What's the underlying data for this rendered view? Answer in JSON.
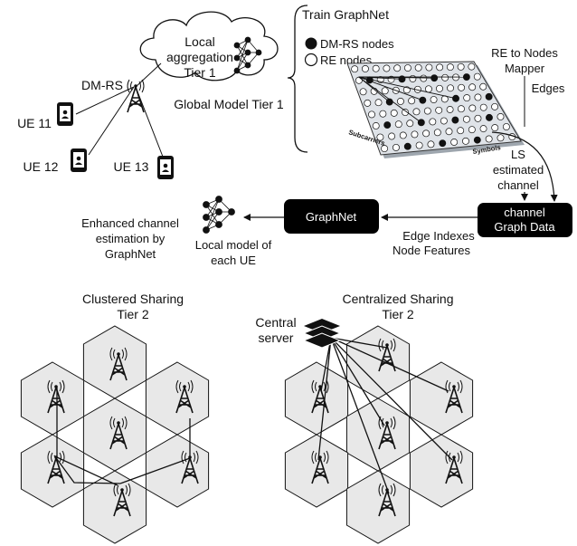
{
  "labels": {
    "cloud_line1": "Local",
    "cloud_line2": "aggregation",
    "cloud_line3": "Tier 1",
    "dmrs": "DM-RS",
    "global_model": "Global Model Tier 1",
    "ue11": "UE 11",
    "ue12": "UE 12",
    "ue13": "UE 13",
    "train": "Train GraphNet",
    "legend_dmrs": "DM-RS nodes",
    "legend_re": "RE nodes",
    "mapper_line1": "RE to Nodes",
    "mapper_line2": "Mapper",
    "edges": "Edges",
    "subcarriers": "Subcarriers",
    "symbols": "Symbols",
    "ls_line1": "LS",
    "ls_line2": "estimated",
    "ls_line3": "channel",
    "graphnet_box": "GraphNet",
    "channel_box_line1": "channel",
    "channel_box_line2": "Graph Data",
    "edge_indexes": "Edge Indexes",
    "node_features": "Node Features",
    "enhanced_line1": "Enhanced channel",
    "enhanced_line2": "estimation by",
    "enhanced_line3": "GraphNet",
    "local_model_line1": "Local model of",
    "local_model_line2": "each UE",
    "clustered_line1": "Clustered Sharing",
    "clustered_line2": "Tier 2",
    "centralized_line1": "Centralized  Sharing",
    "centralized_line2": "Tier 2",
    "central_server_line1": "Central",
    "central_server_line2": "server"
  },
  "colors": {
    "box_fill": "#000000",
    "box_text": "#ffffff",
    "hex_fill": "#e8e8e8",
    "grid_fill": "#dfe3e8",
    "line": "#111111"
  }
}
